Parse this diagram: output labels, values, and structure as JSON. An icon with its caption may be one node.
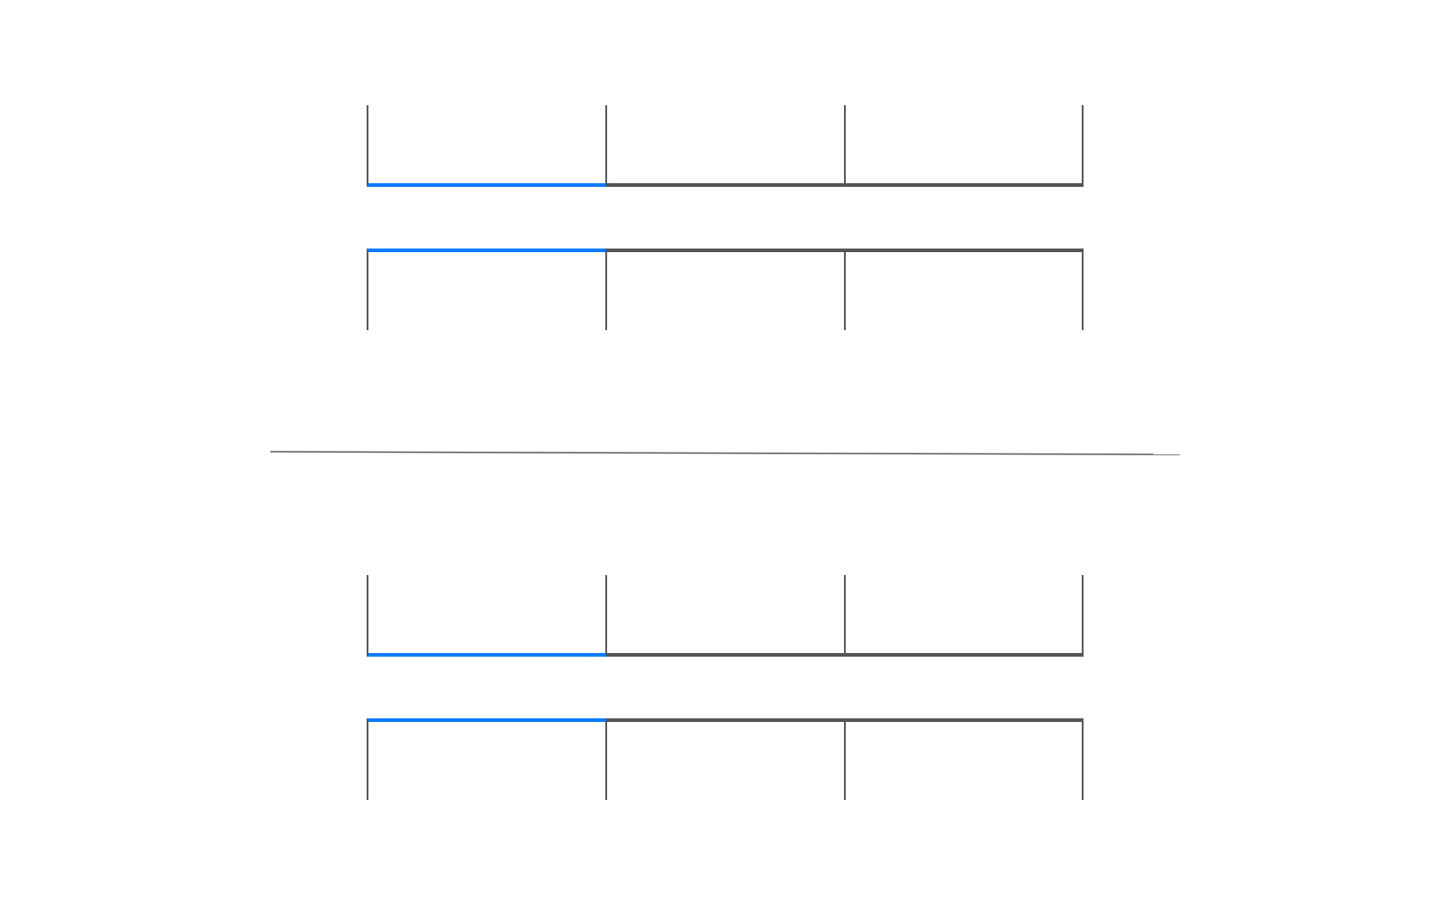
{
  "diagram": {
    "nodes": [
      {
        "text": [],
        "shape": "bar"
      },
      {
        "text": [],
        "shape": "bar"
      },
      {
        "text": [],
        "shape": "bar"
      },
      {
        "text": [],
        "shape": "bar"
      },
      {
        "text": [],
        "shape": "bar"
      },
      {
        "text": [],
        "shape": "bar"
      },
      {
        "text": [],
        "shape": "bar"
      },
      {
        "text": [],
        "shape": "bar"
      },
      {
        "text": [],
        "shape": "bar"
      },
      {
        "text": [],
        "shape": "bar"
      },
      {
        "text": [],
        "shape": "bar"
      },
      {
        "text": [],
        "shape": "bar"
      }
    ]
  }
}
